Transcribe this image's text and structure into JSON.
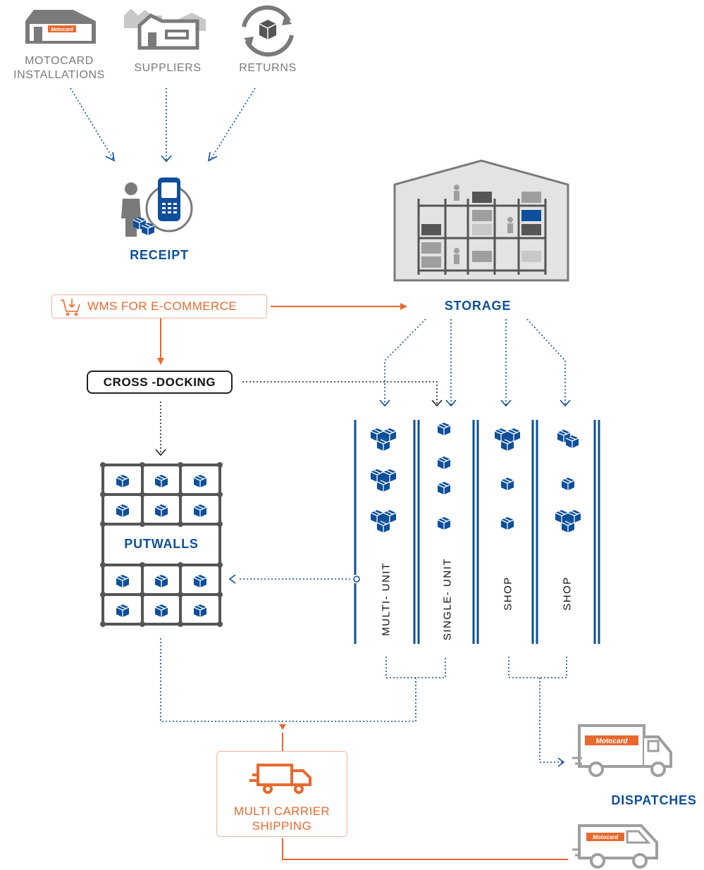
{
  "sources": {
    "motocard": {
      "line1": "MOTOCARD",
      "line2": "INSTALLATIONS",
      "icon": "warehouse-building-icon"
    },
    "suppliers": {
      "label": "SUPPLIERS",
      "icon": "supplier-buildings-icon"
    },
    "returns": {
      "label": "RETURNS",
      "icon": "returns-cycle-icon"
    }
  },
  "brand_logo_text": "Motocard",
  "receipt": {
    "label": "RECEIPT",
    "icon": "operator-with-scanner-icon"
  },
  "wms": {
    "label": "WMS FOR E-COMMERCE",
    "icon": "cart-download-icon"
  },
  "storage": {
    "label": "STORAGE",
    "icon": "warehouse-racks-icon"
  },
  "cross_docking": {
    "label": "CROSS -DOCKING"
  },
  "putwalls": {
    "label": "PUTWALLS"
  },
  "lanes": [
    {
      "label": "MULTI- UNIT"
    },
    {
      "label": "SINGLE- UNIT"
    },
    {
      "label": "SHOP"
    },
    {
      "label": "SHOP"
    }
  ],
  "multi_carrier": {
    "line1": "MULTI CARRIER",
    "line2": "SHIPPING",
    "icon": "delivery-truck-icon"
  },
  "dispatches": {
    "label": "DISPATCHES",
    "icon": "branded-truck-icon"
  },
  "colors": {
    "blue": "#0d4f9a",
    "orange": "#e8692d",
    "grey": "#7a7a7a",
    "dark_grey": "#555555",
    "black": "#222222"
  }
}
